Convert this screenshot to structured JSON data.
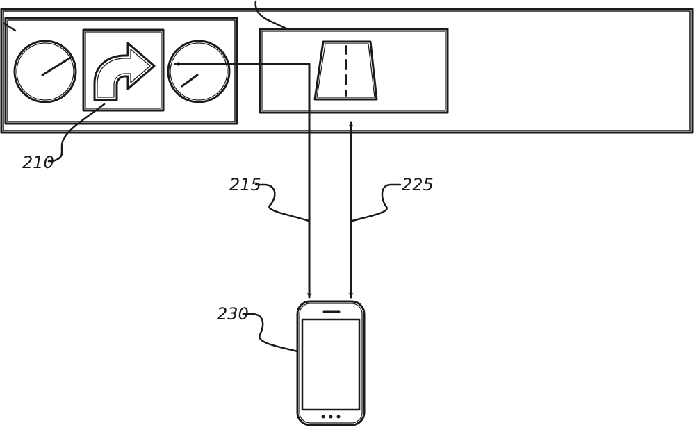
{
  "diagram": {
    "labels": {
      "display": "210",
      "link_a": "215",
      "link_b": "225",
      "device": "230"
    },
    "icons": {
      "left_gauge": "gauge-icon",
      "turn_arrow": "turn-right-arrow-icon",
      "right_gauge": "gauge-icon",
      "road": "road-icon",
      "phone": "smartphone-icon"
    },
    "colors": {
      "ink": "#1a1a1a",
      "background": "#ffffff"
    }
  }
}
